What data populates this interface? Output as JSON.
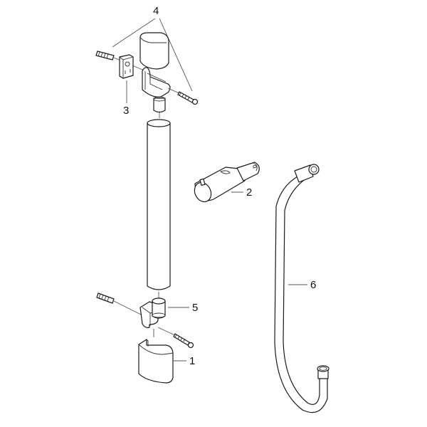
{
  "diagram": {
    "type": "exploded-parts-view",
    "callouts": [
      {
        "id": "1",
        "text": "1",
        "part": "lower cover cap"
      },
      {
        "id": "2",
        "text": "2",
        "part": "slider / shower holder"
      },
      {
        "id": "3",
        "text": "3",
        "part": "wall mounting plate"
      },
      {
        "id": "4",
        "text": "4",
        "part": "screws and wall plugs"
      },
      {
        "id": "5",
        "text": "5",
        "part": "lower wall bracket with bushing"
      },
      {
        "id": "6",
        "text": "6",
        "part": "shower hose"
      }
    ],
    "colors": {
      "line": "#1a1a1a",
      "background": "#ffffff",
      "shade": "#e6e6e6"
    }
  }
}
